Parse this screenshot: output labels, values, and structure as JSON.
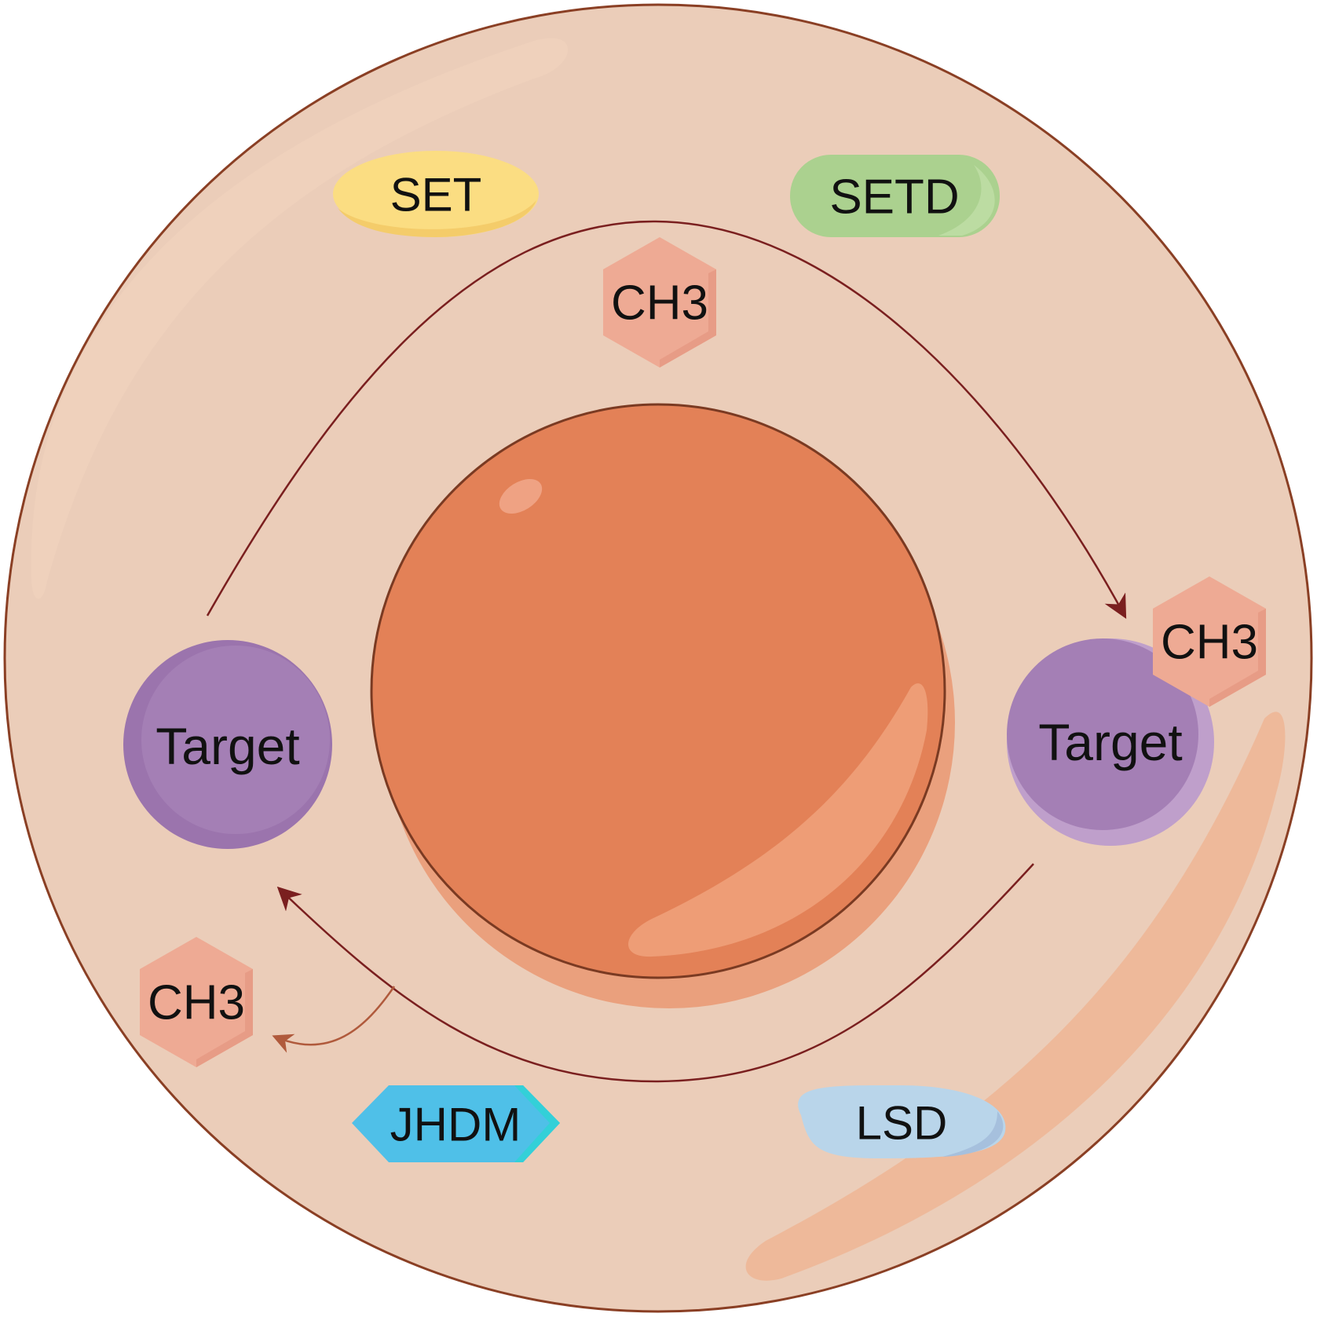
{
  "enzymes": {
    "set": "SET",
    "setd": "SETD",
    "jhdm": "JHDM",
    "lsd": "LSD"
  },
  "methyl_groups": {
    "top": "CH3",
    "right": "CH3",
    "left": "CH3"
  },
  "targets": {
    "left": "Target",
    "right": "Target"
  },
  "colors": {
    "cell_fill": "#ebcdb9",
    "cell_border": "#8a3f24",
    "nucleus_fill": "#e38157",
    "nucleus_border": "#7a3a22",
    "methyl_fill": "#eeaa94",
    "target_fill": "#a47fb5",
    "set_fill": "#fbdd82",
    "setd_fill": "#abd18f",
    "jhdm_fill": "#4fc0e8",
    "lsd_fill": "#b9d5ea",
    "arrow": "#7a1f1f"
  }
}
